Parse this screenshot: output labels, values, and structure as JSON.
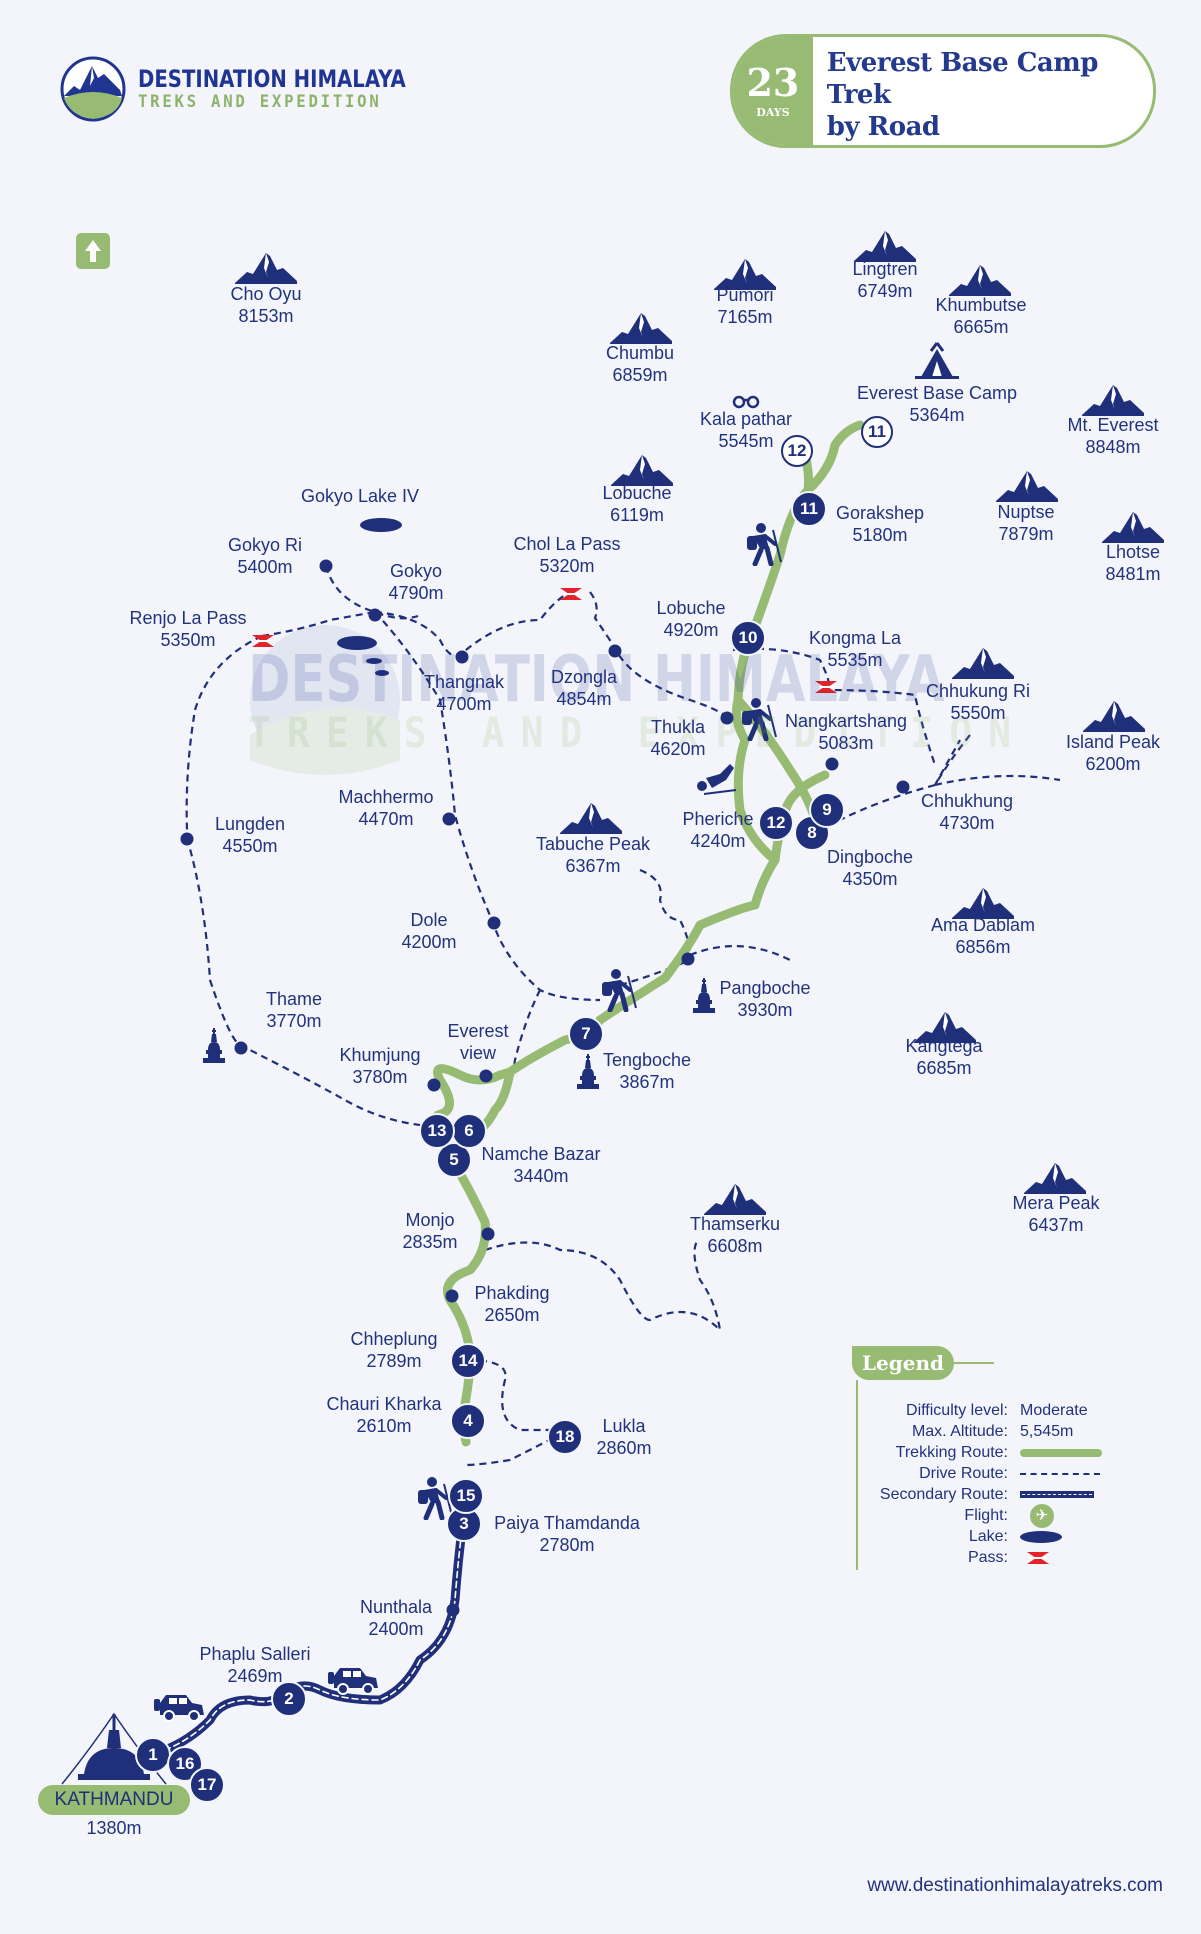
{
  "header": {
    "brand_line1": "DESTINATION HIMALAYA",
    "brand_line2": "TREKS AND EXPEDITION",
    "days_number": "23",
    "days_label": "DAYS",
    "title_line1": "Everest Base Camp Trek",
    "title_line2": "by Road"
  },
  "colors": {
    "navy": "#1f2f7a",
    "green": "#97bb72",
    "pass_red": "#e3222a",
    "background": "#f3f5fa"
  },
  "peaks": [
    {
      "name": "Cho Oyu",
      "alt": "8153m"
    },
    {
      "name": "Pumori",
      "alt": "7165m"
    },
    {
      "name": "Lingtren",
      "alt": "6749m"
    },
    {
      "name": "Khumbutse",
      "alt": "6665m"
    },
    {
      "name": "Chumbu",
      "alt": "6859m"
    },
    {
      "name": "Mt. Everest",
      "alt": "8848m"
    },
    {
      "name": "Lobuche",
      "alt": "6119m"
    },
    {
      "name": "Nuptse",
      "alt": "7879m"
    },
    {
      "name": "Lhotse",
      "alt": "8481m"
    },
    {
      "name": "Chhukung Ri",
      "alt": "5550m"
    },
    {
      "name": "Island Peak",
      "alt": "6200m"
    },
    {
      "name": "Tabuche Peak",
      "alt": "6367m"
    },
    {
      "name": "Ama Dablam",
      "alt": "6856m"
    },
    {
      "name": "Kangtega",
      "alt": "6685m"
    },
    {
      "name": "Thamserku",
      "alt": "6608m"
    },
    {
      "name": "Mera Peak",
      "alt": "6437m"
    }
  ],
  "places": [
    {
      "name": "Everest Base Camp",
      "alt": "5364m"
    },
    {
      "name": "Kala pathar",
      "alt": "5545m"
    },
    {
      "name": "Gorakshep",
      "alt": "5180m"
    },
    {
      "name": "Gokyo Lake IV",
      "alt": ""
    },
    {
      "name": "Gokyo Ri",
      "alt": "5400m"
    },
    {
      "name": "Gokyo",
      "alt": "4790m"
    },
    {
      "name": "Chol La Pass",
      "alt": "5320m"
    },
    {
      "name": "Renjo La Pass",
      "alt": "5350m"
    },
    {
      "name": "Lobuche",
      "alt": "4920m"
    },
    {
      "name": "Kongma La",
      "alt": "5535m"
    },
    {
      "name": "Thangnak",
      "alt": "4700m"
    },
    {
      "name": "Dzongla",
      "alt": "4854m"
    },
    {
      "name": "Thukla",
      "alt": "4620m"
    },
    {
      "name": "Nangkartshang",
      "alt": "5083m"
    },
    {
      "name": "Machhermo",
      "alt": "4470m"
    },
    {
      "name": "Lungden",
      "alt": "4550m"
    },
    {
      "name": "Pheriche",
      "alt": "4240m"
    },
    {
      "name": "Chhukhung",
      "alt": "4730m"
    },
    {
      "name": "Dingboche",
      "alt": "4350m"
    },
    {
      "name": "Dole",
      "alt": "4200m"
    },
    {
      "name": "Pangboche",
      "alt": "3930m"
    },
    {
      "name": "Thame",
      "alt": "3770m"
    },
    {
      "name": "Everest",
      "alt": "view"
    },
    {
      "name": "Khumjung",
      "alt": "3780m"
    },
    {
      "name": "Tengboche",
      "alt": "3867m"
    },
    {
      "name": "Namche Bazar",
      "alt": "3440m"
    },
    {
      "name": "Monjo",
      "alt": "2835m"
    },
    {
      "name": "Phakding",
      "alt": "2650m"
    },
    {
      "name": "Chheplung",
      "alt": "2789m"
    },
    {
      "name": "Chauri Kharka",
      "alt": "2610m"
    },
    {
      "name": "Lukla",
      "alt": "2860m"
    },
    {
      "name": "Paiya Thamdanda",
      "alt": "2780m"
    },
    {
      "name": "Nunthala",
      "alt": "2400m"
    },
    {
      "name": "Phaplu Salleri",
      "alt": "2469m"
    },
    {
      "name": "KATHMANDU",
      "alt": "1380m"
    }
  ],
  "day_markers": [
    "1",
    "2",
    "3",
    "4",
    "5",
    "6",
    "7",
    "8",
    "9",
    "10",
    "11",
    "11",
    "12",
    "12",
    "13",
    "14",
    "15",
    "16",
    "17",
    "18"
  ],
  "legend": {
    "title": "Legend",
    "rows": [
      {
        "key": "Difficulty level:",
        "value": "Moderate"
      },
      {
        "key": "Max. Altitude:",
        "value": "5,545m"
      },
      {
        "key": "Trekking Route:",
        "value": ""
      },
      {
        "key": "Drive Route:",
        "value": ""
      },
      {
        "key": "Secondary Route:",
        "value": ""
      },
      {
        "key": "Flight:",
        "value": ""
      },
      {
        "key": "Lake:",
        "value": ""
      },
      {
        "key": "Pass:",
        "value": ""
      }
    ]
  },
  "footer": {
    "url": "www.destinationhimalayatreks.com"
  }
}
